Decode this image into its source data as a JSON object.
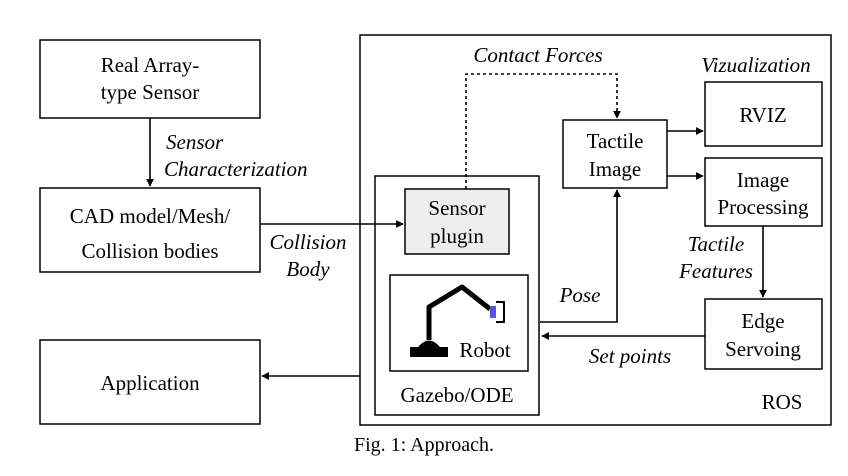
{
  "nodes": {
    "real_sensor": [
      "Real Array-",
      "type Sensor"
    ],
    "cad_model": [
      "CAD model/Mesh/",
      "Collision bodies"
    ],
    "application": "Application",
    "sensor_plugin": [
      "Sensor",
      "plugin"
    ],
    "robot": "Robot",
    "gazebo": "Gazebo/ODE",
    "tactile_image": [
      "Tactile",
      "Image"
    ],
    "rviz": "RVIZ",
    "image_processing": [
      "Image",
      "Processing"
    ],
    "edge_servoing": [
      "Edge",
      "Servoing"
    ],
    "ros": "ROS"
  },
  "edge_labels": {
    "sensor_characterization": [
      "Sensor",
      "Characterization"
    ],
    "collision_body": [
      "Collision",
      "Body"
    ],
    "contact_forces": "Contact Forces",
    "vizualization": "Vizualization",
    "pose": "Pose",
    "tactile_features": [
      "Tactile",
      "Features"
    ],
    "set_points": "Set points"
  },
  "caption": "Fig. 1: Approach.",
  "colors": {
    "robot_gripper": "#5555dd",
    "plugin_fill": "#eeeeee"
  }
}
